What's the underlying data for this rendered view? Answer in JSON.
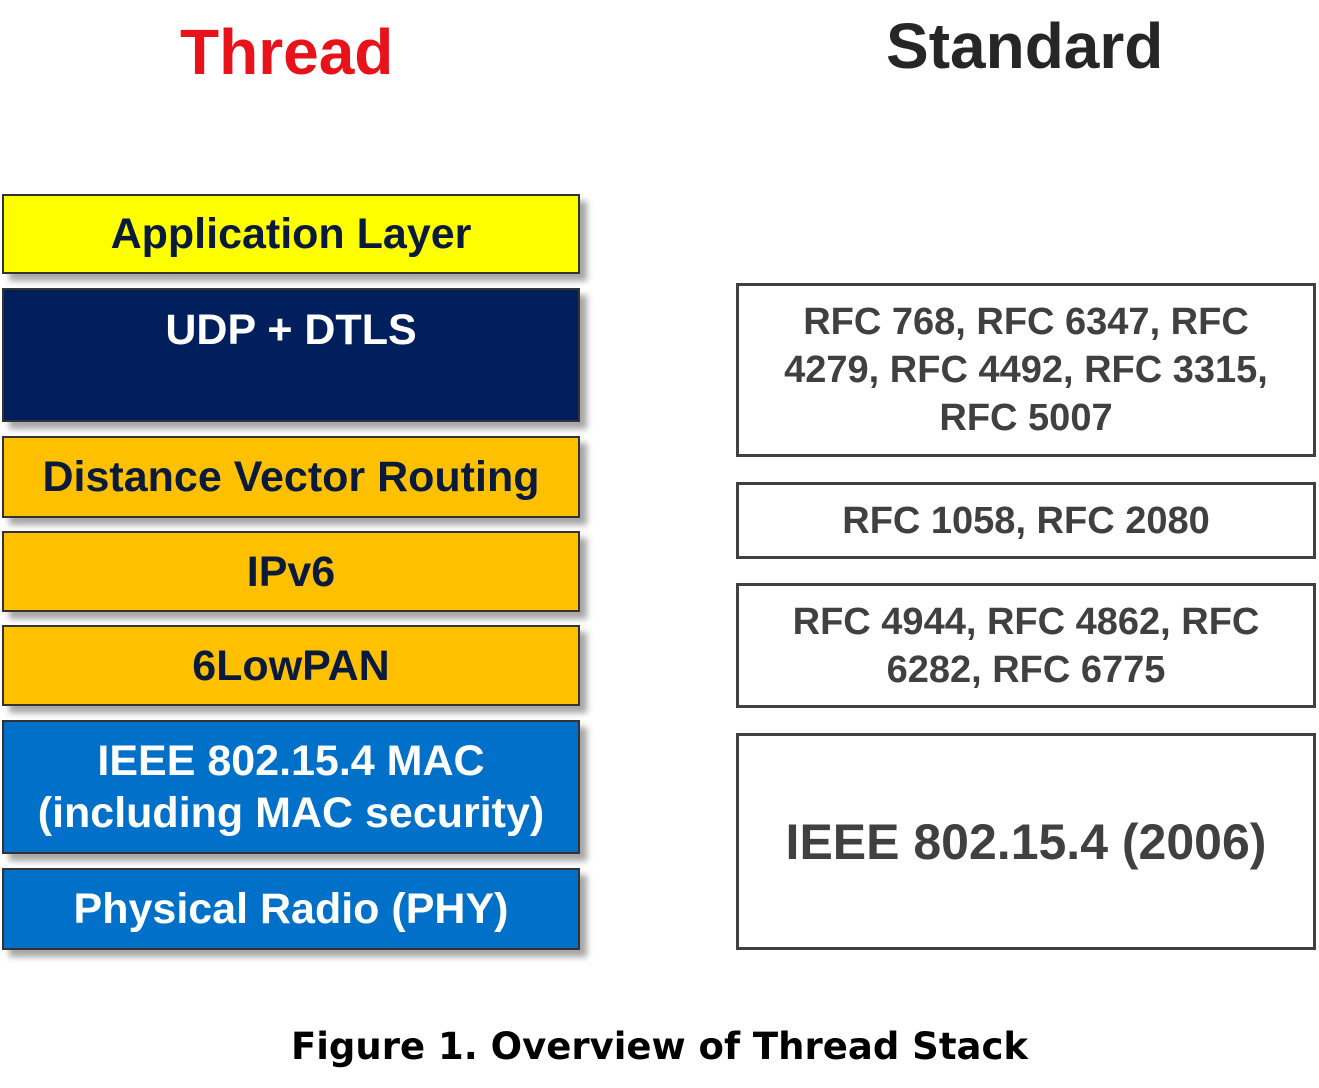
{
  "headings": {
    "thread": "Thread",
    "standard": "Standard"
  },
  "layers": [
    {
      "label": "Application Layer",
      "color": "#ffff00",
      "text_color": "#0a1a3a"
    },
    {
      "label": "UDP + DTLS",
      "color": "#001f5c",
      "text_color": "#ffffff"
    },
    {
      "label": "Distance Vector Routing",
      "color": "#ffc000",
      "text_color": "#0a1a3a"
    },
    {
      "label": "IPv6",
      "color": "#ffc000",
      "text_color": "#0a1a3a"
    },
    {
      "label": "6LowPAN",
      "color": "#ffc000",
      "text_color": "#0a1a3a"
    },
    {
      "label": "IEEE 802.15.4 MAC\n(including MAC security)",
      "color": "#0070c8",
      "text_color": "#ffffff"
    },
    {
      "label": "Physical Radio (PHY)",
      "color": "#0070c8",
      "text_color": "#ffffff"
    }
  ],
  "standards": [
    {
      "text": "RFC 768, RFC 6347, RFC\n4279, RFC 4492, RFC 3315,\nRFC 5007"
    },
    {
      "text": "RFC 1058, RFC 2080"
    },
    {
      "text": "RFC 4944, RFC 4862, RFC\n6282, RFC 6775"
    },
    {
      "text": "IEEE 802.15.4 (2006)"
    }
  ],
  "caption": "Figure 1. Overview of Thread Stack"
}
